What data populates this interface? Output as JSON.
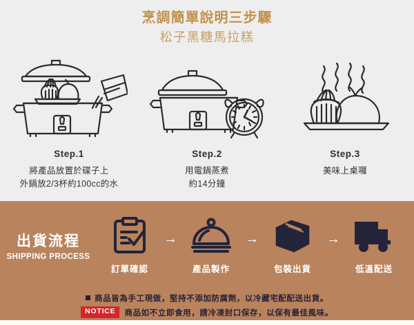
{
  "header": {
    "title": "烹調簡單說明三步驟",
    "subtitle": "松子黑糖馬拉糕",
    "title_color": "#c3914c",
    "subtitle_color": "#c89f63",
    "background_color": "#eeeeee"
  },
  "steps": [
    {
      "icon": "rice-cooker-open-with-plate-and-measuring-cup-icon",
      "label": "Step.1",
      "desc_line1": "將產品放置於碟子上",
      "desc_line2": "外鍋放2/3杯約100cc的水"
    },
    {
      "icon": "rice-cooker-closed-with-alarm-clock-icon",
      "label": "Step.2",
      "desc_line1": "用電鍋蒸煮",
      "desc_line2": "約14分鐘"
    },
    {
      "icon": "steaming-buns-on-plate-icon",
      "label": "Step.3",
      "desc_line1": "美味上桌囉",
      "desc_line2": ""
    }
  ],
  "shipping": {
    "heading_cn": "出貨流程",
    "heading_en": "SHIPPING PROCESS",
    "background_color": "#b9835d",
    "icon_color": "#23233a",
    "arrow": "→",
    "items": [
      {
        "icon": "clipboard-check-icon",
        "label": "訂單確認"
      },
      {
        "icon": "cloche-food-cover-icon",
        "label": "產品製作"
      },
      {
        "icon": "package-box-icon",
        "label": "包裝出貨"
      },
      {
        "icon": "delivery-truck-icon",
        "label": "低溫配送"
      }
    ]
  },
  "notice": {
    "badge": "NOTICE",
    "badge_color": "#d6242a",
    "line1": "商品皆為手工現做，堅持不添加防腐劑，以冷藏宅配配送出貨。",
    "line2": "商品如不立即食用，請冷凍封口保存，以保有最佳風味。"
  }
}
